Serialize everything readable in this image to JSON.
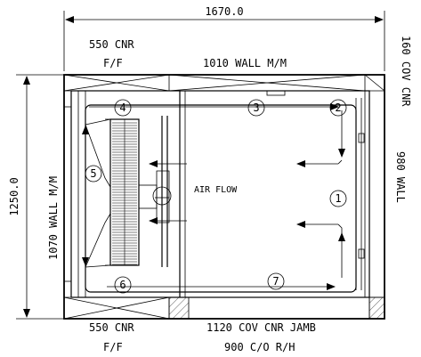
{
  "dimensions": {
    "overall_width": "1670.0",
    "overall_height": "1250.0"
  },
  "labels": {
    "top_left_corner": "550 CNR",
    "top_left_ff": "F/F",
    "top_wall": "1010 WALL M/M",
    "right_corner": "160 COV CNR",
    "right_wall": "980 WALL",
    "left_wall": "1070 WALL M/M",
    "bottom_left_corner": "550 CNR",
    "bottom_left_ff": "F/F",
    "bottom_jamb": "1120 COV CNR JAMB",
    "bottom_opening": "900 C/O  R/H",
    "air_flow": "AIR FLOW"
  },
  "callouts": [
    "1",
    "2",
    "3",
    "4",
    "5",
    "6",
    "7"
  ]
}
